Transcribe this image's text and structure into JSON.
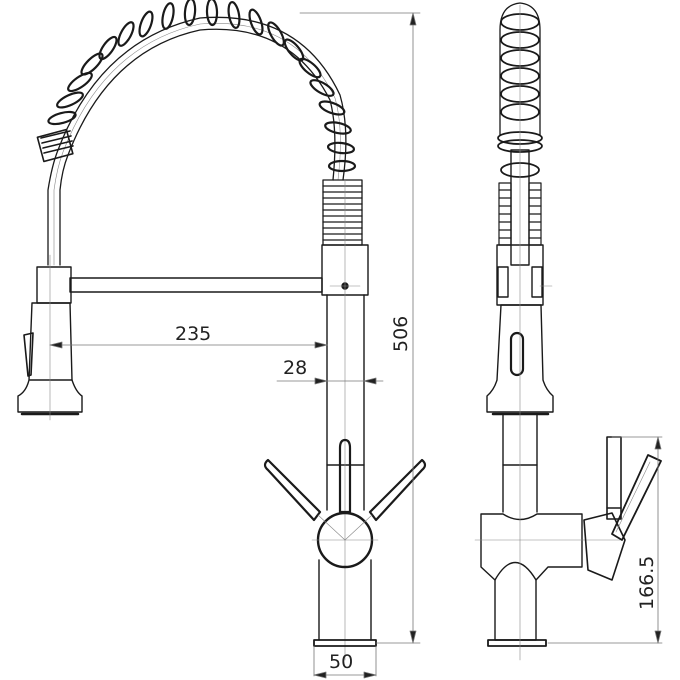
{
  "drawing": {
    "subject": "Pull-down spring kitchen faucet – technical dimension drawing",
    "views": [
      "front view",
      "side view"
    ],
    "line_color": "#1a1a1a",
    "dim_line_color": "#888888"
  },
  "dimensions": {
    "spout_reach": "235",
    "spout_offset": "28",
    "total_height": "506",
    "base_diameter": "50",
    "side_height": "166.5"
  }
}
